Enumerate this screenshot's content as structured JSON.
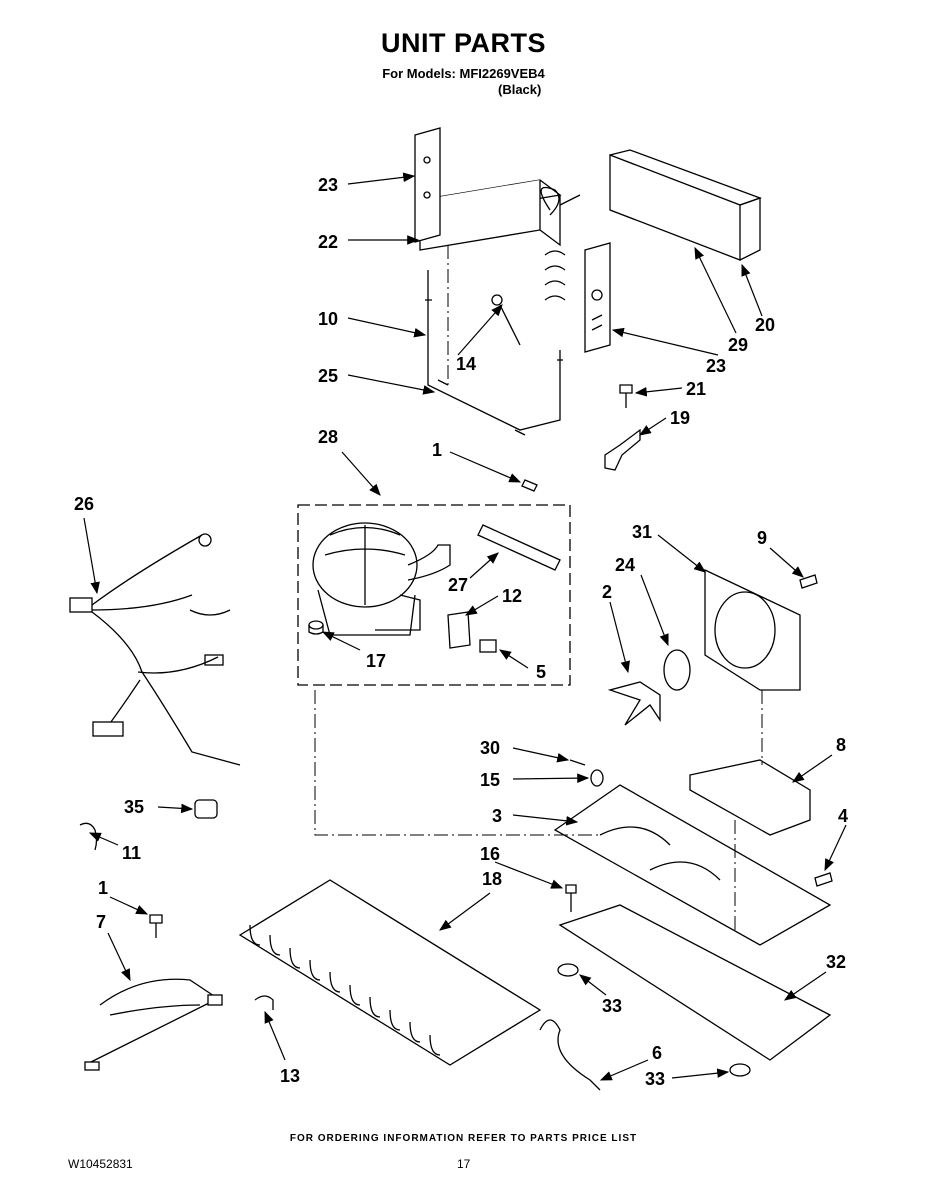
{
  "header": {
    "title": "UNIT PARTS",
    "models_line": "For Models: MFI2269VEB4",
    "variant": "(Black)"
  },
  "callouts": [
    {
      "id": "c23a",
      "text": "23"
    },
    {
      "id": "c22",
      "text": "22"
    },
    {
      "id": "c10",
      "text": "10"
    },
    {
      "id": "c14",
      "text": "14"
    },
    {
      "id": "c25",
      "text": "25"
    },
    {
      "id": "c20",
      "text": "20"
    },
    {
      "id": "c29",
      "text": "29"
    },
    {
      "id": "c23b",
      "text": "23"
    },
    {
      "id": "c21",
      "text": "21"
    },
    {
      "id": "c19",
      "text": "19"
    },
    {
      "id": "c28",
      "text": "28"
    },
    {
      "id": "c1a",
      "text": "1"
    },
    {
      "id": "c26",
      "text": "26"
    },
    {
      "id": "c27",
      "text": "27"
    },
    {
      "id": "c12",
      "text": "12"
    },
    {
      "id": "c17",
      "text": "17"
    },
    {
      "id": "c5",
      "text": "5"
    },
    {
      "id": "c31",
      "text": "31"
    },
    {
      "id": "c9",
      "text": "9"
    },
    {
      "id": "c24",
      "text": "24"
    },
    {
      "id": "c2",
      "text": "2"
    },
    {
      "id": "c8",
      "text": "8"
    },
    {
      "id": "c30",
      "text": "30"
    },
    {
      "id": "c15",
      "text": "15"
    },
    {
      "id": "c3",
      "text": "3"
    },
    {
      "id": "c35",
      "text": "35"
    },
    {
      "id": "c4",
      "text": "4"
    },
    {
      "id": "c11",
      "text": "11"
    },
    {
      "id": "c16",
      "text": "16"
    },
    {
      "id": "c18",
      "text": "18"
    },
    {
      "id": "c1b",
      "text": "1"
    },
    {
      "id": "c7",
      "text": "7"
    },
    {
      "id": "c32",
      "text": "32"
    },
    {
      "id": "c33a",
      "text": "33"
    },
    {
      "id": "c13",
      "text": "13"
    },
    {
      "id": "c6",
      "text": "6"
    },
    {
      "id": "c33b",
      "text": "33"
    }
  ],
  "footer": {
    "ordering_note": "FOR ORDERING INFORMATION REFER TO PARTS PRICE LIST",
    "doc_number": "W10452831",
    "page_number": "17"
  }
}
